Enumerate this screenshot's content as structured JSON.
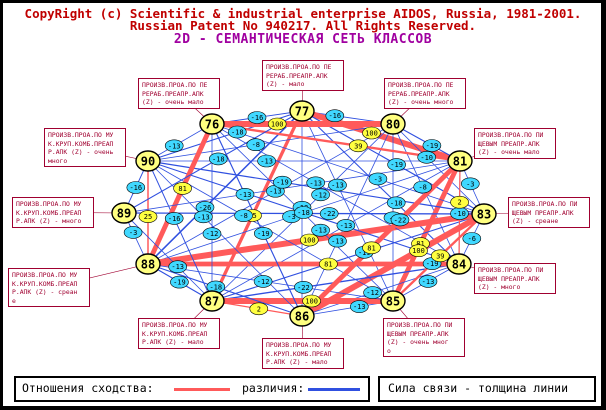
{
  "header": {
    "line1": "CopyRight (c) Scientific & industrial enterprise AIDOS, Russia, 1981-2001.",
    "line2": "Russian Patent No 940217. All Rights Reserved."
  },
  "title": "2D - СЕМАНТИЧЕСКАЯ СЕТЬ КЛАССОВ",
  "legend": {
    "similarity_label": "Отношения сходства:",
    "difference_label": "различия:",
    "strength_label": "Сила связи - толщина линии"
  },
  "colors": {
    "similarity": "#ff5a5a",
    "difference": "#3050e0",
    "class_node": "#ffff80",
    "link_pos": "#ffff40",
    "link_neg": "#40d8ff",
    "box_border": "#a00030",
    "box_text": "#a00030"
  },
  "chart_data": {
    "type": "network",
    "nodes": [
      {
        "id": "77",
        "label": "77",
        "lines": [
          "ПРОИЗВ.ПРОА.ПО ПЕ",
          "РЕРАБ.ПРЕАПР.АПК",
          "(Z) - мало"
        ]
      },
      {
        "id": "80",
        "label": "80",
        "lines": [
          "ПРОИЗВ.ПРОА.ПО ПЕ",
          "РЕРАБ.ПРЕАПР.АПК",
          "(Z) - очень много"
        ]
      },
      {
        "id": "81",
        "label": "81",
        "lines": [
          "ПРОИЗВ.ПРОА.ПО ПИ",
          "ЩЕВЫМ ПРЕАПР.АПК",
          "(Z) - очень мало"
        ]
      },
      {
        "id": "83",
        "label": "83",
        "lines": [
          "ПРОИЗВ.ПРОА.ПО ПИ",
          "ЩЕВЫМ ПРЕАПР.АПК",
          "(Z) - среане"
        ]
      },
      {
        "id": "84",
        "label": "84",
        "lines": [
          "ПРОИЗВ.ПРОА.ПО ПИ",
          "ЩЕВЫМ ПРЕАПР.АПК",
          "(Z) - много"
        ]
      },
      {
        "id": "85",
        "label": "85",
        "lines": [
          "ПРОИЗВ.ПРОА.ПО ПИ",
          "ЩЕВЫМ ПРЕАПР.АПК",
          "(Z) - очень мног",
          "о"
        ]
      },
      {
        "id": "86",
        "label": "86",
        "lines": [
          "ПРОИЗВ.ПРОА.ПО МУ",
          "К.КРУП.КОМБ.ПРЕАП",
          "Р.АПК (Z) - мало"
        ]
      },
      {
        "id": "87",
        "label": "87",
        "lines": [
          "ПРОИЗВ.ПРОА.ПО МУ",
          "К.КРУП.КОМБ.ПРЕАП",
          "Р.АПК (Z) - мало"
        ]
      },
      {
        "id": "88",
        "label": "88",
        "lines": [
          "ПРОИЗВ.ПРОА.ПО МУ",
          "К.КРУП.КОМБ.ПРЕАП",
          "Р.АПК (Z) - среан",
          "е"
        ]
      },
      {
        "id": "89",
        "label": "89",
        "lines": [
          "ПРОИЗВ.ПРОА.ПО МУ",
          "К.КРУП.КОМБ.ПРЕАП",
          "Р.АПК (Z) - много"
        ]
      },
      {
        "id": "90",
        "label": "90",
        "lines": [
          "ПРОИЗВ.ПРОА.ПО МУ",
          "К.КРУП.КОМБ.ПРЕАП",
          "Р.АПК (Z) - очень",
          "много"
        ]
      },
      {
        "id": "76",
        "label": "76",
        "lines": [
          "ПРОИЗВ.ПРОА.ПО ПЕ",
          "РЕРАБ.ПРЕАПР.АПК",
          "(Z) - очень мало"
        ]
      }
    ],
    "edges": [
      {
        "a": "77",
        "b": "80",
        "v": -16
      },
      {
        "a": "77",
        "b": "81",
        "v": 100
      },
      {
        "a": "77",
        "b": "83",
        "v": -19
      },
      {
        "a": "77",
        "b": "84",
        "v": -18
      },
      {
        "a": "77",
        "b": "85",
        "v": -13
      },
      {
        "a": "77",
        "b": "86",
        "v": -13
      },
      {
        "a": "77",
        "b": "87",
        "v": 55
      },
      {
        "a": "77",
        "b": "88",
        "v": -26
      },
      {
        "a": "77",
        "b": "90",
        "v": -18
      },
      {
        "a": "77",
        "b": "76",
        "v": -16
      },
      {
        "a": "80",
        "b": "81",
        "v": -19
      },
      {
        "a": "80",
        "b": "83",
        "v": -10
      },
      {
        "a": "80",
        "b": "84",
        "v": -8
      },
      {
        "a": "80",
        "b": "85",
        "v": -8
      },
      {
        "a": "80",
        "b": "86",
        "v": -13
      },
      {
        "a": "80",
        "b": "87",
        "v": -12
      },
      {
        "a": "80",
        "b": "88",
        "v": -13
      },
      {
        "a": "80",
        "b": "90",
        "v": -8
      },
      {
        "a": "80",
        "b": "76",
        "v": 100
      },
      {
        "a": "81",
        "b": "83",
        "v": -3
      },
      {
        "a": "81",
        "b": "84",
        "v": -10
      },
      {
        "a": "81",
        "b": "85",
        "v": 81
      },
      {
        "a": "81",
        "b": "86",
        "v": -22
      },
      {
        "a": "81",
        "b": "87",
        "v": -13
      },
      {
        "a": "81",
        "b": "88",
        "v": -3
      },
      {
        "a": "81",
        "b": "90",
        "v": -13
      },
      {
        "a": "81",
        "b": "76",
        "v": 39
      },
      {
        "a": "83",
        "b": "84",
        "v": -6
      },
      {
        "a": "83",
        "b": "85",
        "v": -19
      },
      {
        "a": "83",
        "b": "86",
        "v": 100
      },
      {
        "a": "83",
        "b": "87",
        "v": -19
      },
      {
        "a": "83",
        "b": "88",
        "v": 100
      },
      {
        "a": "83",
        "b": "90",
        "v": -19
      },
      {
        "a": "83",
        "b": "76",
        "v": -3
      },
      {
        "a": "84",
        "b": "85",
        "v": -13
      },
      {
        "a": "84",
        "b": "86",
        "v": -12
      },
      {
        "a": "84",
        "b": "87",
        "v": -22
      },
      {
        "a": "84",
        "b": "88",
        "v": 81
      },
      {
        "a": "84",
        "b": "90",
        "v": -18
      },
      {
        "a": "84",
        "b": "76",
        "v": -13
      },
      {
        "a": "85",
        "b": "86",
        "v": -13
      },
      {
        "a": "85",
        "b": "87",
        "v": 100
      },
      {
        "a": "85",
        "b": "88",
        "v": -12
      },
      {
        "a": "85",
        "b": "90",
        "v": -8
      },
      {
        "a": "85",
        "b": "76",
        "v": -13
      },
      {
        "a": "86",
        "b": "87",
        "v": 2
      },
      {
        "a": "86",
        "b": "88",
        "v": -18
      },
      {
        "a": "86",
        "b": "90",
        "v": -13
      },
      {
        "a": "86",
        "b": "76",
        "v": -19
      },
      {
        "a": "87",
        "b": "88",
        "v": -19
      },
      {
        "a": "87",
        "b": "90",
        "v": -16
      },
      {
        "a": "87",
        "b": "76",
        "v": -12
      },
      {
        "a": "88",
        "b": "90",
        "v": 25
      },
      {
        "a": "88",
        "b": "76",
        "v": 81
      },
      {
        "a": "88",
        "b": "89",
        "v": -3
      },
      {
        "a": "90",
        "b": "76",
        "v": -13
      },
      {
        "a": "89",
        "b": "90",
        "v": -16
      },
      {
        "a": "89",
        "b": "83",
        "v": -22
      },
      {
        "a": "89",
        "b": "81",
        "v": -13
      },
      {
        "a": "86",
        "b": "81",
        "v": 81
      },
      {
        "a": "85",
        "b": "83",
        "v": 39
      },
      {
        "a": "84",
        "b": "81",
        "v": 2
      },
      {
        "a": "87",
        "b": "89",
        "v": -13
      },
      {
        "a": "77",
        "b": "89",
        "v": -18
      }
    ]
  }
}
